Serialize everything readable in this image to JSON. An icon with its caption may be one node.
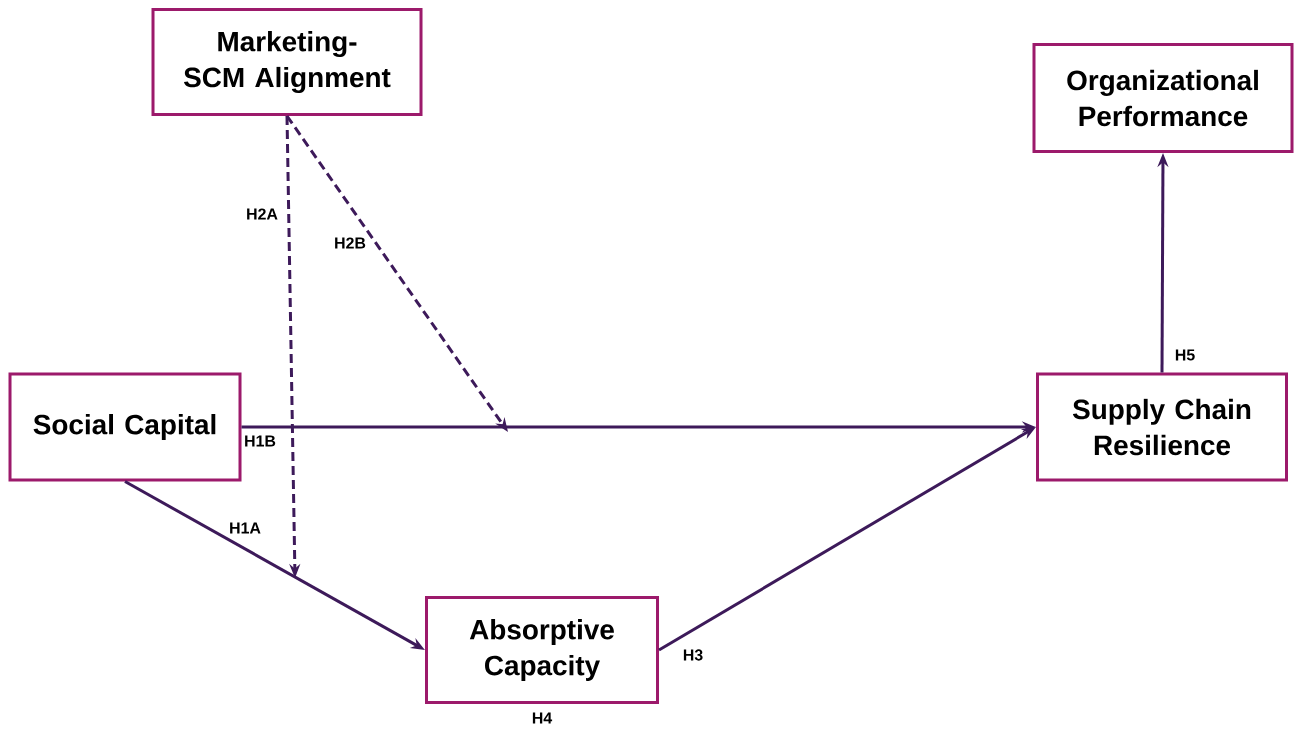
{
  "diagram": {
    "nodes": [
      {
        "text": [
          "Marketing-SCM Alignment"
        ]
      },
      {
        "text": [
          "Organizational Performance"
        ]
      },
      {
        "text": [
          "Social Capital"
        ]
      },
      {
        "text": [
          "Supply Chain Resilience"
        ]
      },
      {
        "text": [
          "Absorptive Capacity"
        ]
      }
    ],
    "edges": [
      {
        "from": 2,
        "to": 3,
        "arrow": "to",
        "label": "H1B"
      },
      {
        "from": 2,
        "to": 4,
        "arrow": "to",
        "label": "H1A"
      },
      {
        "from": 0,
        "to": null,
        "arrow": "to",
        "style": "dashed",
        "label": "H2A"
      },
      {
        "from": 0,
        "to": null,
        "arrow": "to",
        "style": "dashed",
        "label": "H2B"
      },
      {
        "from": 4,
        "to": 3,
        "arrow": "to",
        "label": "H3"
      },
      {
        "from": 3,
        "to": 1,
        "arrow": "to",
        "label": "H5"
      }
    ],
    "labels": [
      "H4"
    ]
  }
}
